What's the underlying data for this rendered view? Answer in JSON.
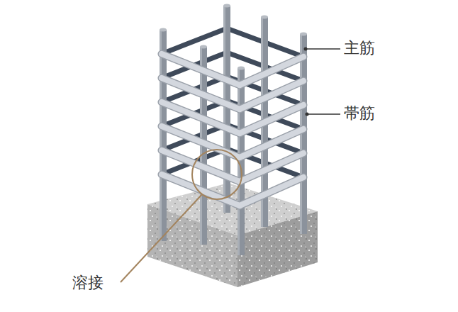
{
  "diagram": {
    "labels": [
      "主筋",
      "帯筋",
      "溶接"
    ]
  }
}
